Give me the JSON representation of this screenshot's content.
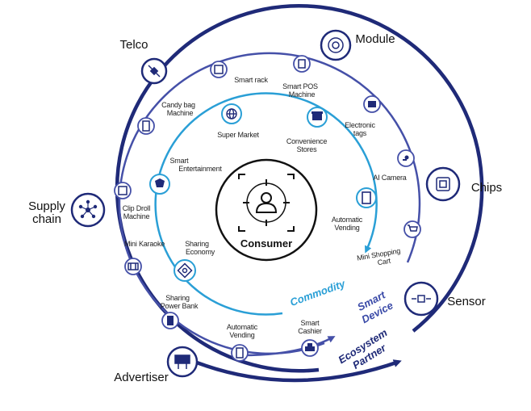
{
  "center": {
    "label": "Consumer"
  },
  "ring_labels": {
    "commodity": "Commodity",
    "smart_device": [
      "Smart",
      "Device"
    ],
    "ecosystem_partner": [
      "Ecosystem",
      "Partner"
    ]
  },
  "outer_nodes": {
    "telco": "Telco",
    "module": "Module",
    "chips": "Chips",
    "sensor": "Sensor",
    "advertiser": "Advertiser",
    "supply_chain": [
      "Supply",
      "chain"
    ]
  },
  "device_nodes": {
    "smart_rack": "Smart rack",
    "smart_pos": [
      "Smart POS",
      "Machine"
    ],
    "electronic_tags": [
      "Electronic",
      "tags"
    ],
    "ai_camera": "AI Camera",
    "mini_shopping_cart": [
      "Mini Shopping",
      "Cart"
    ],
    "candy_bag_machine": [
      "Candy bag",
      "Machine"
    ],
    "clip_doll_machine": [
      "Clip Droll",
      "Machine"
    ],
    "mini_karaoke": "Mini Karaoke",
    "sharing_power_bank": [
      "Sharing",
      "Power Bank"
    ],
    "automatic_vending_outer": [
      "Automatic",
      "Vending"
    ],
    "smart_cashier": [
      "Smart",
      "Cashier"
    ]
  },
  "commodity_nodes": {
    "super_market": "Super Market",
    "convenience_stores": [
      "Convenience",
      "Stores"
    ],
    "automatic_vending": [
      "Automatic",
      "Vending"
    ],
    "smart_entertainment": [
      "Smart",
      "Entertainment"
    ],
    "sharing_economy": [
      "Sharing",
      "Economy"
    ]
  },
  "colors": {
    "outer_ring": "#1f2a78",
    "middle_ring": "#4550a8",
    "inner_ring": "#2a9fd6",
    "commodity_text": "#2a9fd6",
    "smart_device_text": "#3a4aa8",
    "ecosystem_text": "#1f2a78"
  }
}
